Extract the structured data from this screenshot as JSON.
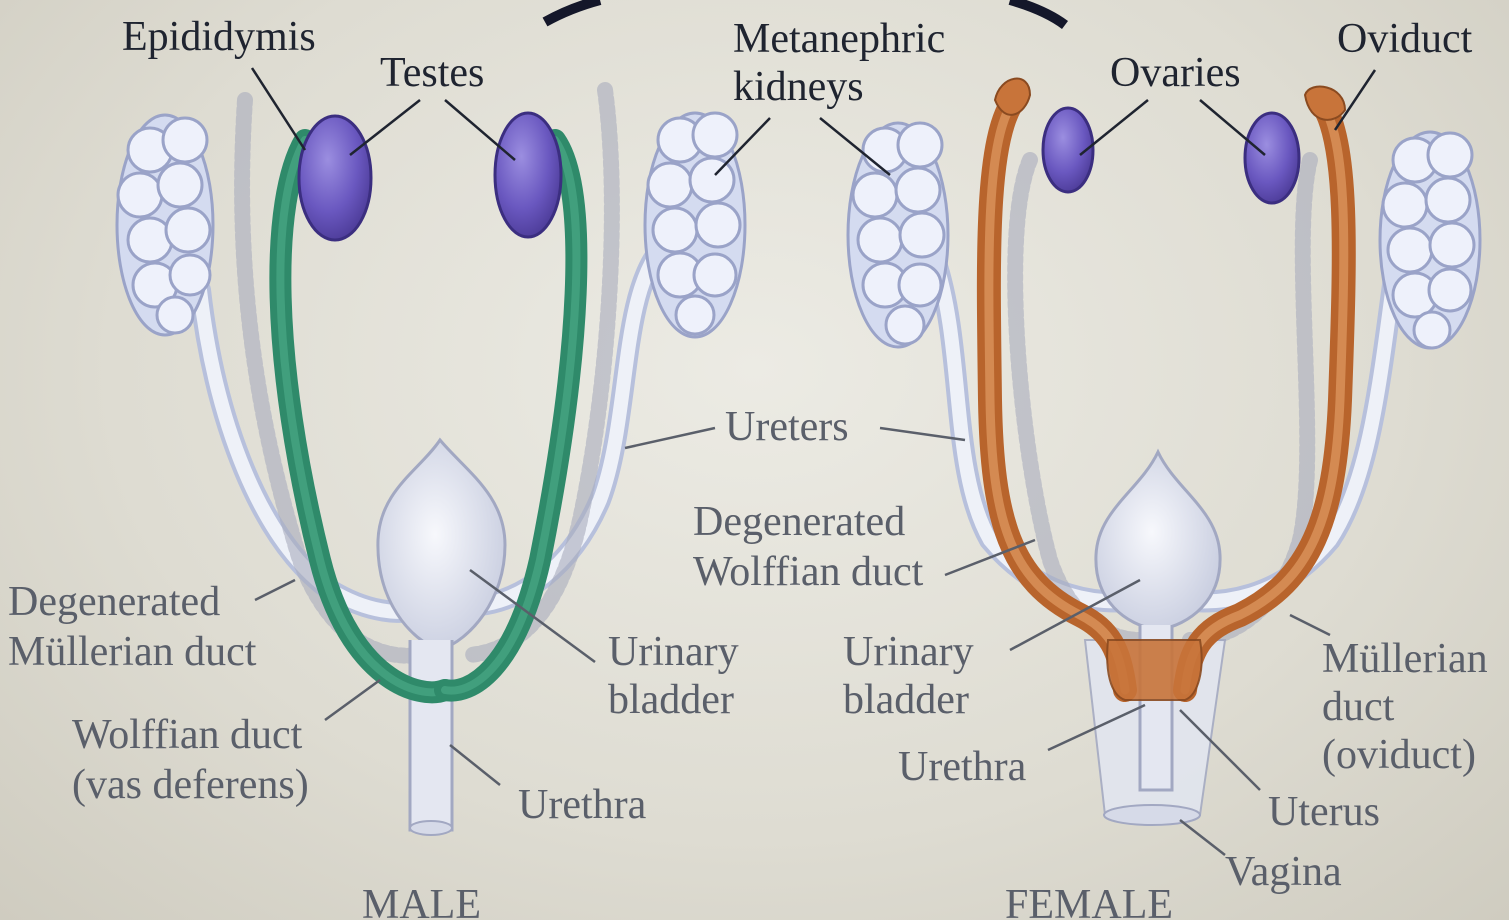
{
  "labels": {
    "epididymis": "Epididymis",
    "testes": "Testes",
    "metanephric_l1": "Metanephric",
    "metanephric_l2": "kidneys",
    "ovaries": "Ovaries",
    "oviduct": "Oviduct",
    "ureters": "Ureters",
    "degen_wolffian_l1": "Degenerated",
    "degen_wolffian_l2": "Wolffian duct",
    "degen_mullerian_l1": "Degenerated",
    "degen_mullerian_l2": "Müllerian duct",
    "urinary_bladder_m_l1": "Urinary",
    "urinary_bladder_m_l2": "bladder",
    "urinary_bladder_f_l1": "Urinary",
    "urinary_bladder_f_l2": "bladder",
    "wolffian_l1": "Wolffian duct",
    "wolffian_l2": "(vas deferens)",
    "urethra_m": "Urethra",
    "urethra_f": "Urethra",
    "mullerian_l1": "Müllerian",
    "mullerian_l2": "duct",
    "mullerian_l3": "(oviduct)",
    "uterus": "Uterus",
    "vagina": "Vagina",
    "male": "MALE",
    "female": "FEMALE"
  },
  "colors": {
    "kidney": "#eef1fb",
    "testes": "#6f5fc4",
    "ovaries": "#6f5fc4",
    "wolffian_duct": "#2f8a6a",
    "mullerian_duct": "#c8743a",
    "bladder": "#e8eaf3"
  }
}
